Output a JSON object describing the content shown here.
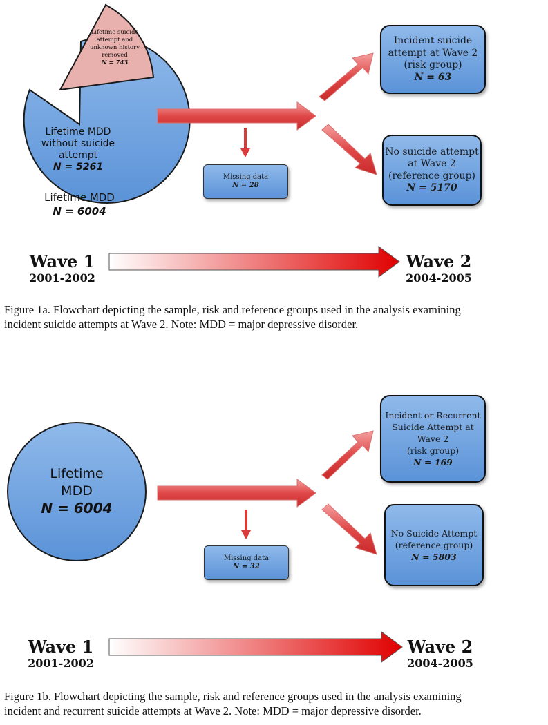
{
  "figure_a": {
    "wedge": {
      "line1": "Lifetime suicide",
      "line2": "attempt and",
      "line3": "unknown history",
      "line4": "removed",
      "n": "N = 743"
    },
    "pie_main": {
      "line1": "Lifetime MDD",
      "line2": "without suicide",
      "line3": "attempt",
      "n": "N = 5261"
    },
    "sample_label": "Lifetime MDD",
    "sample_n": "N = 6004",
    "missing": {
      "label": "Missing data",
      "n": "N = 28"
    },
    "risk": {
      "line1": "Incident suicide",
      "line2": "attempt at Wave 2",
      "line3": "(risk group)",
      "n": "N = 63"
    },
    "reference": {
      "line1": "No suicide attempt",
      "line2": "at Wave 2",
      "line3": "(reference group)",
      "n": "N = 5170"
    },
    "wave1": {
      "name": "Wave 1",
      "years": "2001-2002"
    },
    "wave2": {
      "name": "Wave 2",
      "years": "2004-2005"
    },
    "caption_line1": "Figure 1a. Flowchart depicting the sample, risk and reference groups used in the analysis examining",
    "caption_line2": "incident suicide attempts at Wave 2. Note: MDD = major depressive disorder."
  },
  "figure_b": {
    "circle": {
      "line1": "Lifetime",
      "line2": "MDD",
      "n": "N = 6004"
    },
    "missing": {
      "label": "Missing data",
      "n": "N = 32"
    },
    "risk": {
      "line1": "Incident or Recurrent",
      "line2": "Suicide Attempt at",
      "line3": "Wave 2",
      "line4": "(risk group)",
      "n": "N = 169"
    },
    "reference": {
      "line1": "No Suicide Attempt",
      "line2": "(reference group)",
      "n": "N = 5803"
    },
    "wave1": {
      "name": "Wave 1",
      "years": "2001-2002"
    },
    "wave2": {
      "name": "Wave 2",
      "years": "2004-2005"
    },
    "caption_line1": "Figure 1b. Flowchart depicting the sample, risk and reference groups used in the analysis examining",
    "caption_line2": "incident and recurrent suicide attempts at Wave 2. Note: MDD = major depressive disorder."
  },
  "colors": {
    "box_fill_top": "#8fb9ea",
    "box_fill_bottom": "#5b93d8",
    "wedge_fill": "#e8b1ad",
    "arrow_red": "#e23a3a",
    "timeline_red": "#e00000"
  }
}
